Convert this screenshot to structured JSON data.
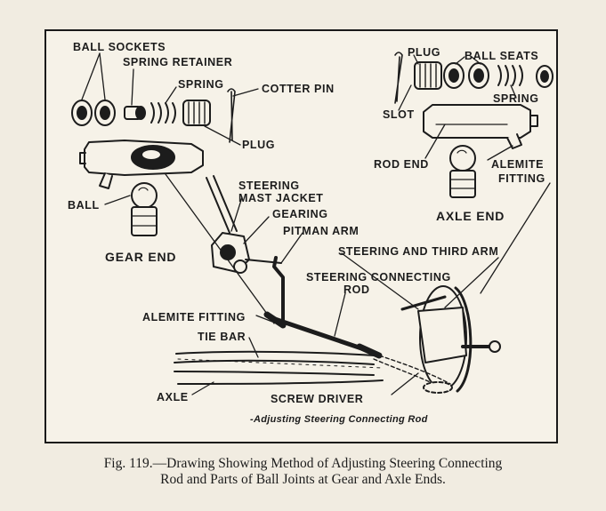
{
  "labels": {
    "ball_sockets": "BALL SOCKETS",
    "spring_retainer": "SPRING RETAINER",
    "spring_left": "SPRING",
    "cotter_pin": "COTTER PIN",
    "plug_left": "PLUG",
    "plug_right": "PLUG",
    "ball_seats": "BALL SEATS",
    "slot": "SLOT",
    "spring_right": "SPRING",
    "rod_end": "ROD END",
    "alemite_fitting_right_1": "ALEMITE",
    "alemite_fitting_right_2": "FITTING",
    "axle_end": "AXLE END",
    "ball": "BALL",
    "gear_end": "GEAR END",
    "steering_mast_jacket_1": "STEERING",
    "steering_mast_jacket_2": "MAST JACKET",
    "gearing": "GEARING",
    "pitman_arm": "PITMAN ARM",
    "steering_third_arm": "STEERING AND THIRD ARM",
    "steering_connecting_rod_1": "STEERING CONNECTING",
    "steering_connecting_rod_2": "ROD",
    "alemite_fitting_left": "ALEMITE FITTING",
    "tie_bar": "TIE BAR",
    "axle": "AXLE",
    "screw_driver": "SCREW DRIVER"
  },
  "inner_caption": "-Adjusting Steering Connecting Rod",
  "figure_caption": {
    "line1": "Fig. 119.—Drawing Showing Method of Adjusting Steering Connecting",
    "line2": "Rod and Parts of Ball Joints at Gear and Axle Ends."
  },
  "colors": {
    "ink": "#1c1c1c",
    "paper": "#f6f2e8",
    "page": "#f1ece1"
  }
}
